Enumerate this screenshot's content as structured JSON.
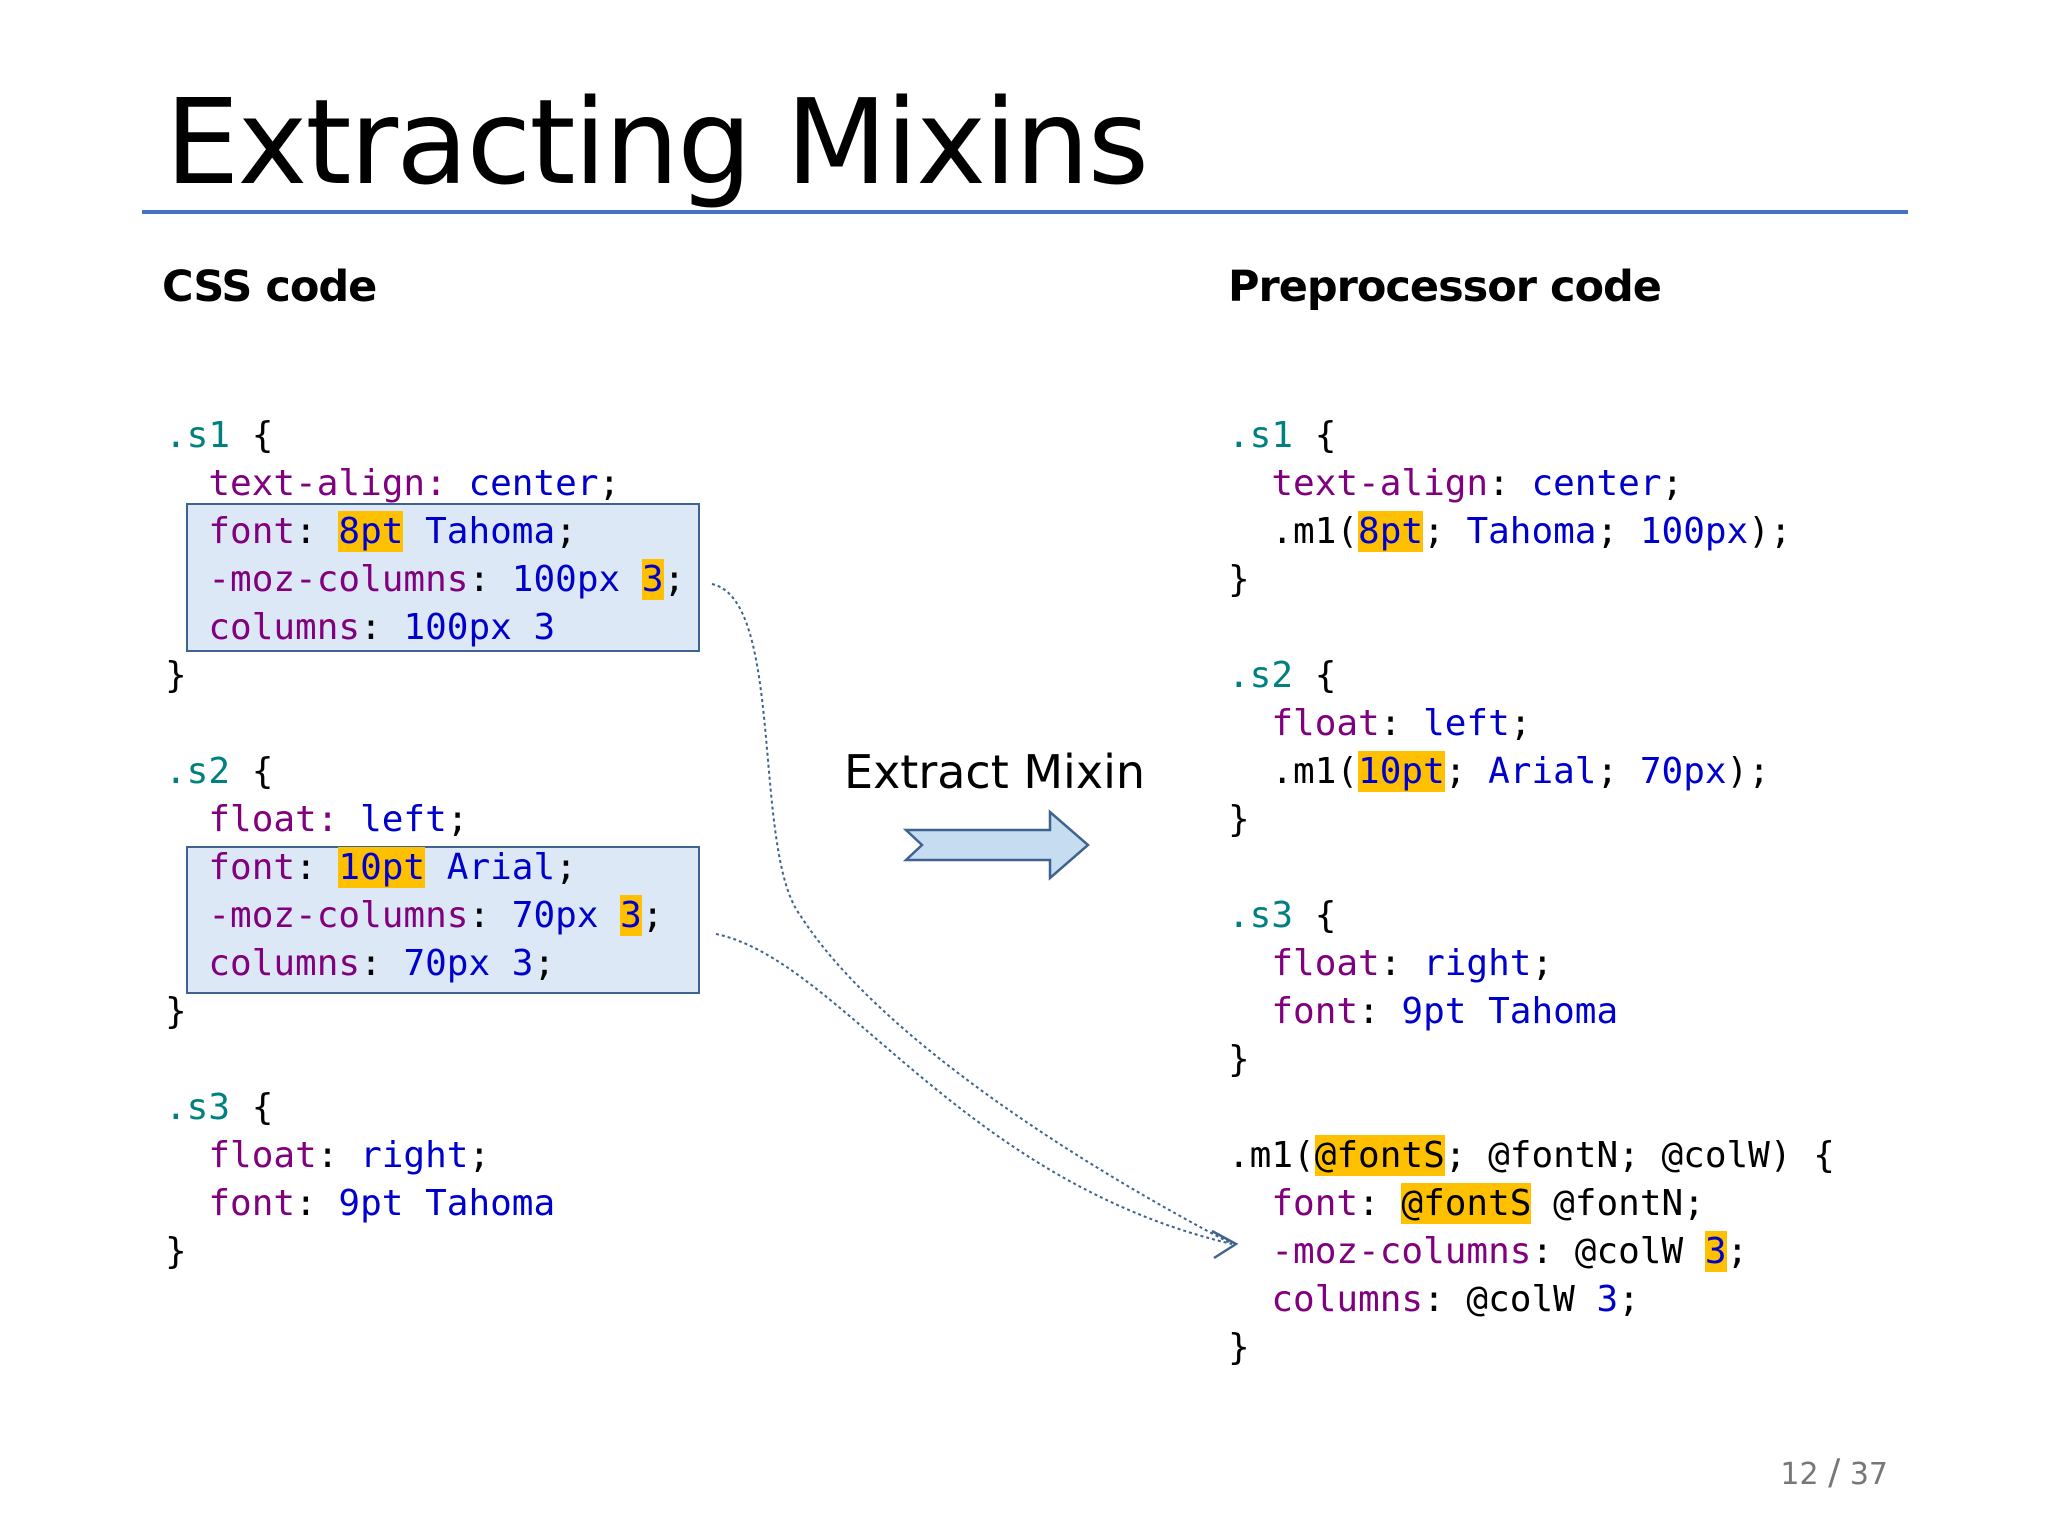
{
  "slide": {
    "title": "Extracting Mixins",
    "left_heading": "CSS code",
    "right_heading": "Preprocessor code",
    "arrow_label": "Extract Mixin",
    "page_current": "12",
    "page_separator": "/",
    "page_total": "37"
  },
  "css_code": [
    [
      {
        "t": ".s1",
        "c": "sel"
      },
      {
        "t": " {",
        "c": "blk"
      }
    ],
    [
      {
        "t": "  text-align",
        "c": "prop"
      },
      {
        "t": ": ",
        "c": "prop"
      },
      {
        "t": "center",
        "c": "val"
      },
      {
        "t": ";",
        "c": "blk"
      }
    ],
    [
      {
        "t": "  font",
        "c": "prop"
      },
      {
        "t": ": ",
        "c": "blk"
      },
      {
        "t": "8pt",
        "c": "val",
        "hl": true
      },
      {
        "t": " Tahoma",
        "c": "val"
      },
      {
        "t": ";",
        "c": "blk"
      }
    ],
    [
      {
        "t": "  -moz-columns",
        "c": "prop"
      },
      {
        "t": ": ",
        "c": "blk"
      },
      {
        "t": "100px ",
        "c": "val"
      },
      {
        "t": "3",
        "c": "val",
        "hl": true
      },
      {
        "t": ";",
        "c": "blk"
      }
    ],
    [
      {
        "t": "  columns",
        "c": "prop"
      },
      {
        "t": ": ",
        "c": "blk"
      },
      {
        "t": "100px 3",
        "c": "val"
      }
    ],
    [
      {
        "t": "}",
        "c": "blk"
      }
    ],
    [],
    [
      {
        "t": ".s2",
        "c": "sel"
      },
      {
        "t": " {",
        "c": "blk"
      }
    ],
    [
      {
        "t": "  float",
        "c": "prop"
      },
      {
        "t": ": ",
        "c": "prop"
      },
      {
        "t": "left",
        "c": "val"
      },
      {
        "t": ";",
        "c": "blk"
      }
    ],
    [
      {
        "t": "  font",
        "c": "prop"
      },
      {
        "t": ": ",
        "c": "blk"
      },
      {
        "t": "10pt",
        "c": "val",
        "hl": true
      },
      {
        "t": " Arial",
        "c": "val"
      },
      {
        "t": ";",
        "c": "blk"
      }
    ],
    [
      {
        "t": "  -moz-columns",
        "c": "prop"
      },
      {
        "t": ": ",
        "c": "blk"
      },
      {
        "t": "70px ",
        "c": "val"
      },
      {
        "t": "3",
        "c": "val",
        "hl": true
      },
      {
        "t": ";",
        "c": "blk"
      }
    ],
    [
      {
        "t": "  columns",
        "c": "prop"
      },
      {
        "t": ": ",
        "c": "blk"
      },
      {
        "t": "70px 3",
        "c": "val"
      },
      {
        "t": ";",
        "c": "blk"
      }
    ],
    [
      {
        "t": "}",
        "c": "blk"
      }
    ],
    [],
    [
      {
        "t": ".s3",
        "c": "sel"
      },
      {
        "t": " {",
        "c": "blk"
      }
    ],
    [
      {
        "t": "  float",
        "c": "prop"
      },
      {
        "t": ": ",
        "c": "blk"
      },
      {
        "t": "right",
        "c": "val"
      },
      {
        "t": ";",
        "c": "blk"
      }
    ],
    [
      {
        "t": "  font",
        "c": "prop"
      },
      {
        "t": ": ",
        "c": "blk"
      },
      {
        "t": "9pt Tahoma",
        "c": "val"
      }
    ],
    [
      {
        "t": "}",
        "c": "blk"
      }
    ]
  ],
  "preprocessor_code": [
    [
      {
        "t": ".s1",
        "c": "sel"
      },
      {
        "t": " {",
        "c": "blk"
      }
    ],
    [
      {
        "t": "  text-align",
        "c": "prop"
      },
      {
        "t": ": ",
        "c": "blk"
      },
      {
        "t": "center",
        "c": "val"
      },
      {
        "t": ";",
        "c": "blk"
      }
    ],
    [
      {
        "t": "  .m1(",
        "c": "blk"
      },
      {
        "t": "8pt",
        "c": "val",
        "hl": true
      },
      {
        "t": "; ",
        "c": "blk"
      },
      {
        "t": "Tahoma",
        "c": "val"
      },
      {
        "t": "; ",
        "c": "blk"
      },
      {
        "t": "100px",
        "c": "val"
      },
      {
        "t": ");",
        "c": "blk"
      }
    ],
    [
      {
        "t": "}",
        "c": "blk"
      }
    ],
    [],
    [
      {
        "t": ".s2",
        "c": "sel"
      },
      {
        "t": " {",
        "c": "blk"
      }
    ],
    [
      {
        "t": "  float",
        "c": "prop"
      },
      {
        "t": ": ",
        "c": "blk"
      },
      {
        "t": "left",
        "c": "val"
      },
      {
        "t": ";",
        "c": "blk"
      }
    ],
    [
      {
        "t": "  .m1(",
        "c": "blk"
      },
      {
        "t": "10pt",
        "c": "val",
        "hl": true
      },
      {
        "t": "; ",
        "c": "blk"
      },
      {
        "t": "Arial",
        "c": "val"
      },
      {
        "t": "; ",
        "c": "blk"
      },
      {
        "t": "70px",
        "c": "val"
      },
      {
        "t": ");",
        "c": "blk"
      }
    ],
    [
      {
        "t": "}",
        "c": "blk"
      }
    ],
    [],
    [
      {
        "t": ".s3",
        "c": "sel"
      },
      {
        "t": " {",
        "c": "blk"
      }
    ],
    [
      {
        "t": "  float",
        "c": "prop"
      },
      {
        "t": ": ",
        "c": "blk"
      },
      {
        "t": "right",
        "c": "val"
      },
      {
        "t": ";",
        "c": "blk"
      }
    ],
    [
      {
        "t": "  font",
        "c": "prop"
      },
      {
        "t": ": ",
        "c": "blk"
      },
      {
        "t": "9pt Tahoma",
        "c": "val"
      }
    ],
    [
      {
        "t": "}",
        "c": "blk"
      }
    ],
    [],
    [
      {
        "t": ".m1(",
        "c": "blk"
      },
      {
        "t": "@fontS",
        "c": "blk",
        "hl": true
      },
      {
        "t": "; @fontN; @colW) {",
        "c": "blk"
      }
    ],
    [
      {
        "t": "  font",
        "c": "prop"
      },
      {
        "t": ": ",
        "c": "blk"
      },
      {
        "t": "@fontS",
        "c": "blk",
        "hl": true
      },
      {
        "t": " @fontN;",
        "c": "blk"
      }
    ],
    [
      {
        "t": "  -moz-columns",
        "c": "prop"
      },
      {
        "t": ": @colW ",
        "c": "blk"
      },
      {
        "t": "3",
        "c": "val",
        "hl": true
      },
      {
        "t": ";",
        "c": "blk"
      }
    ],
    [
      {
        "t": "  columns",
        "c": "prop"
      },
      {
        "t": ": @colW ",
        "c": "blk"
      },
      {
        "t": "3",
        "c": "val"
      },
      {
        "t": ";",
        "c": "blk"
      }
    ],
    [
      {
        "t": "}",
        "c": "blk"
      }
    ]
  ],
  "colors": {
    "selector": "#008080",
    "property": "#800080",
    "value": "#0000cc",
    "highlight": "#ffc000",
    "box_fill": "#dce8f5",
    "box_border": "#3f6390",
    "title_rule": "#4472c4",
    "arrow_fill": "#c6dcf0",
    "arrow_stroke": "#3f6390"
  }
}
